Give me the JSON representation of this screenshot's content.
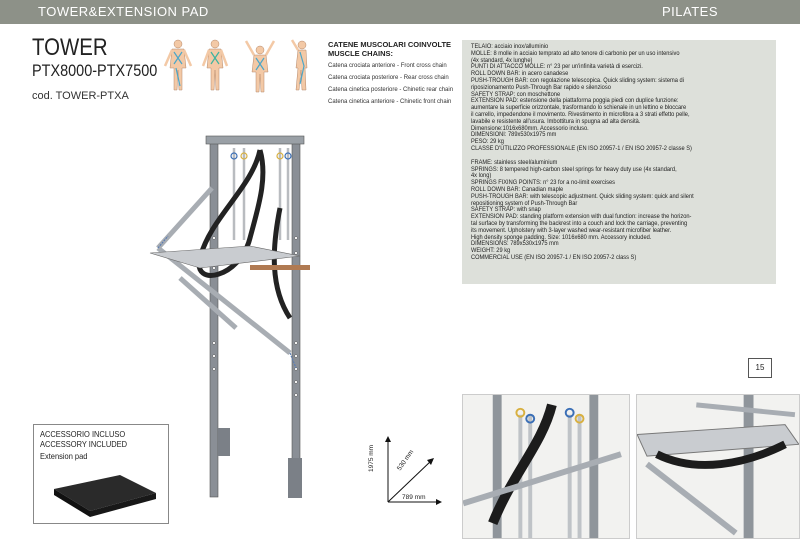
{
  "header": {
    "left": "TOWER&EXTENSION PAD",
    "right": "PILATES"
  },
  "product": {
    "name": "TOWER",
    "models": "PTX8000-PTX7500",
    "code": "cod. TOWER-PTXA"
  },
  "chains": {
    "heading_it": "CATENE MUSCOLARI COINVOLTE",
    "heading_en": "MUSCLE CHAINS:",
    "items": [
      "Catena crociata anteriore - Front cross chain",
      "Catena crociata posteriore - Rear cross chain",
      "Catena cinetica posteriore - Chinetic rear chain",
      "Catena cinetica anteriore - Chinetic front chain"
    ]
  },
  "specs_it": [
    "TELAIO: acciaio inox/alluminio",
    "MOLLE: 8 molle in acciaio temprato ad alto tenore di carbonio per un uso intensivo",
    "(4x standard, 4x lunghe)",
    "PUNTI DI ATTACCO MOLLE: n° 23 per un'infinita varietà di esercizi.",
    "ROLL DOWN BAR: in acero canadese",
    "PUSH-TROUGH BAR: con regolazione telescopica. Quick sliding system: sistema di",
    "riposizionamento Push-Through Bar rapido e silenzioso",
    "SAFETY STRAP: con moschettone",
    "EXTENSION PAD: estensione della piattaforma poggia piedi con duplice funzione:",
    "aumentare la superficie orizzontale, trasformando lo schienale in un lettino e bloccare",
    "il carrello, impedendone il movimento. Rivestimento in microfibra a 3 strati effetto pelle,",
    "lavabile e resistente all'usura. Imbottitura in spugna ad alta densità.",
    "Dimensione:1016x680mm. Accessorio incluso.",
    "DIMENSIONI: 789x530x1975 mm",
    "PESO: 29 kg",
    "CLASSE D'UTILIZZO PROFESSIONALE (EN ISO 20957-1 / EN ISO 20957-2 classe S)"
  ],
  "specs_en": [
    "FRAME: stainless steel/aluminium",
    "SPRINGS: 8 tempered high-carbon steel springs for heavy duty use  (4x standard,",
    "4x long)",
    "SPRINGS FIXING POINTS: n° 23 for a no-limit exercises",
    "ROLL DOWN BAR: Canadian maple",
    "PUSH-TROUGH BAR: with telescopic adjustment. Quick sliding system: quick and silent",
    "repositioning system of Push-Through Bar",
    "SAFETY STRAP: with snap",
    "EXTENSION PAD: standing platform extension with dual function: increase the horizon-",
    "tal surface by transforming the backrest into a couch and lock the carriage, preventing",
    "its movement. Upholstery with 3-layer washed wear-resistant microfiber leather.",
    "High density sponge padding. Size: 1016x680 mm. Accessory included.",
    "DIMENSIONS: 789x530x1975 mm",
    "WEIGHT: 29 kg",
    "COMMERCIAL USE (EN ISO 20957-1 / EN ISO 20957-2 class S)"
  ],
  "page_number": "15",
  "accessory": {
    "line1": "ACCESSORIO INCLUSO",
    "line2": "ACCESSORY INCLUDED",
    "line3": "Extension pad"
  },
  "dimensions": {
    "height": "1975 mm",
    "depth": "530 mm",
    "width": "789 mm"
  },
  "colors": {
    "header_bg": "#8d9188",
    "specs_bg": "#dde0da"
  }
}
